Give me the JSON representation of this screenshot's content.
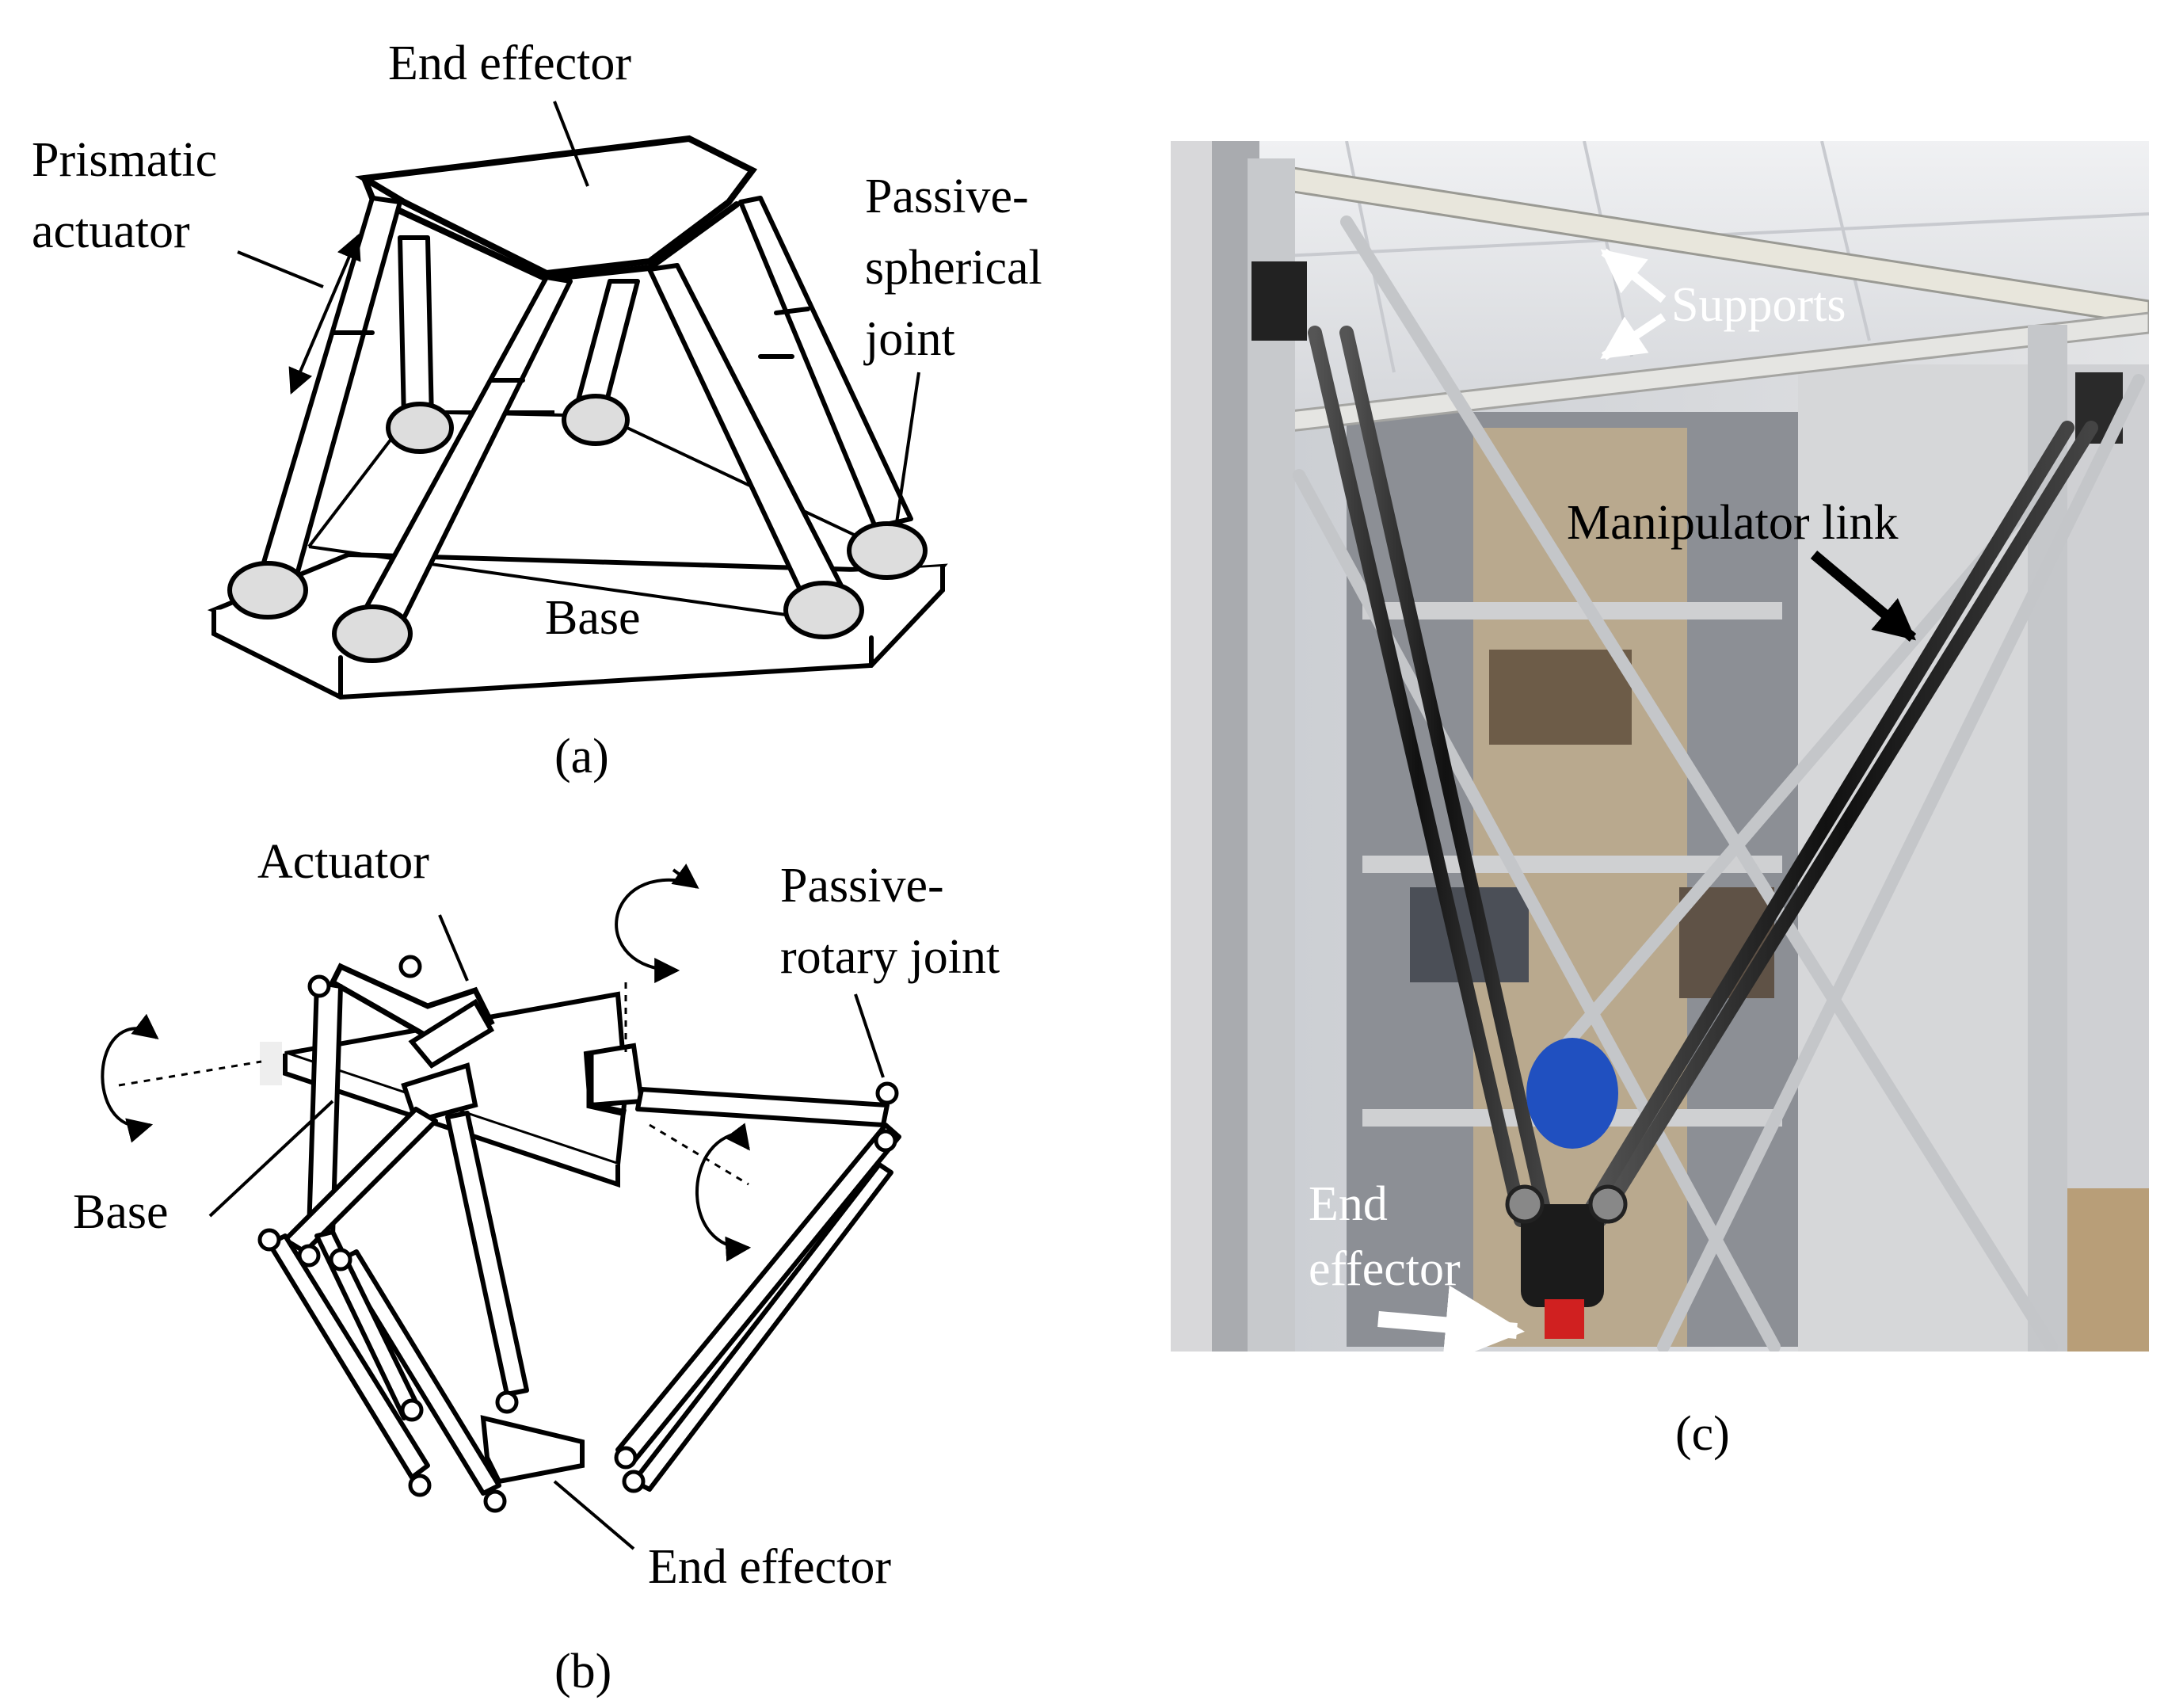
{
  "panel_a": {
    "caption": "(a)",
    "labels": {
      "end_effector": "End effector",
      "prismatic_actuator_line1": "Prismatic",
      "prismatic_actuator_line2": "actuator",
      "passive_spherical_line1": "Passive-",
      "passive_spherical_line2": "spherical",
      "passive_spherical_line3": "joint",
      "base": "Base"
    }
  },
  "panel_b": {
    "caption": "(b)",
    "labels": {
      "actuator": "Actuator",
      "passive_rotary_line1": "Passive-",
      "passive_rotary_line2": "rotary joint",
      "base": "Base",
      "end_effector": "End effector"
    }
  },
  "panel_c": {
    "caption": "(c)",
    "labels": {
      "supports": "Supports",
      "manipulator_link": "Manipulator link",
      "end_effector_line1": "End",
      "end_effector_line2": "effector"
    }
  },
  "colors": {
    "ink": "#000000",
    "photo_wall": "#d9dadc",
    "photo_ceiling": "#e7e8ea",
    "photo_shelf": "#8c8f95",
    "photo_blue": "#2050c0",
    "photo_red": "#d02020",
    "arrow_white": "#ffffff"
  }
}
